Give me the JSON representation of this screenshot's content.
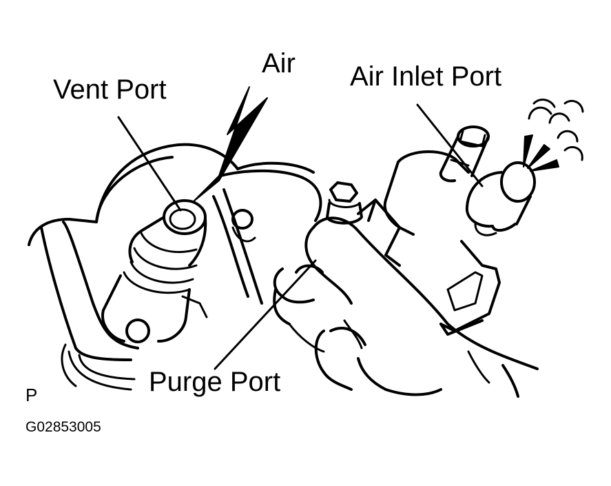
{
  "labels": {
    "air": "Air",
    "vent_port": "Vent Port",
    "air_inlet_port": "Air Inlet Port",
    "purge_port": "Purge Port",
    "view_letter": "P",
    "figure_id": "G02853005"
  },
  "colors": {
    "line": "#000000",
    "background": "#ffffff"
  }
}
